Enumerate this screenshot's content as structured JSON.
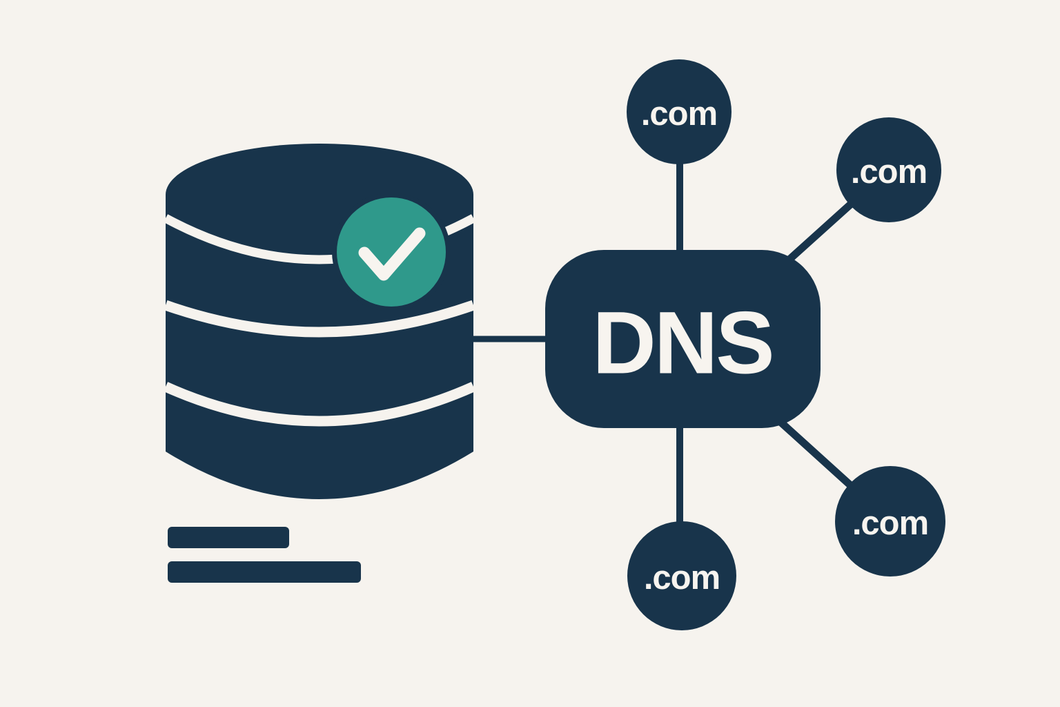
{
  "colors": {
    "background": "#f6f3ee",
    "navy": "#18344b",
    "teal": "#2f998b",
    "text_light": "#f7f4ef"
  },
  "diagram": {
    "database": {
      "icon": "database-cylinder-icon",
      "badge_icon": "checkmark-icon"
    },
    "dns": {
      "label": "DNS"
    },
    "domains": [
      {
        "label": ".com"
      },
      {
        "label": ".com"
      },
      {
        "label": ".com"
      },
      {
        "label": ".com"
      }
    ]
  }
}
